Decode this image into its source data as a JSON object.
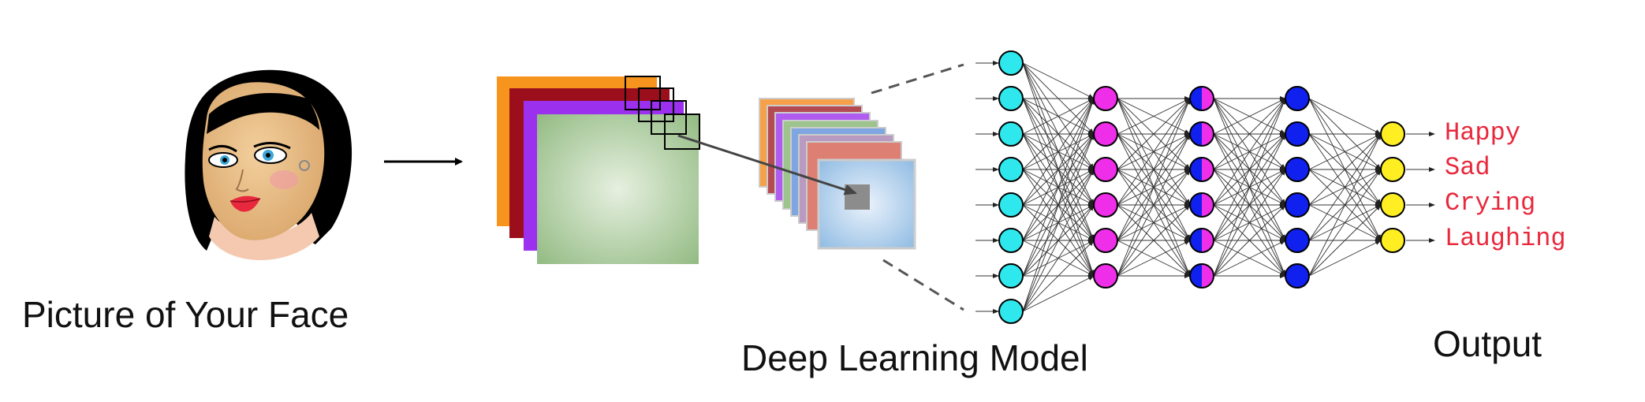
{
  "captions": {
    "face": "Picture of Your Face",
    "model": "Deep Learning Model",
    "output": "Output"
  },
  "outputs": [
    "Happy",
    "Sad",
    "Crying",
    "Laughing"
  ],
  "colors": {
    "input_nodes": "#2ee8ee",
    "hidden1_nodes": "#ee2ee8",
    "hidden2_left": "#1020ee",
    "hidden2_right": "#ee2ee8",
    "hidden3_nodes": "#1020ee",
    "output_nodes": "#ffee22",
    "output_labels": "#e8283c",
    "conv_layer_1": "#f7941d",
    "conv_layer_2": "#9b0f1d",
    "conv_layer_3": "#9b30ef",
    "conv_layer_4": "#99c08c",
    "feature_map_front": "#9cc4e6"
  },
  "network": {
    "layers": [
      {
        "name": "input",
        "nodes": 8
      },
      {
        "name": "hidden-1",
        "nodes": 6
      },
      {
        "name": "hidden-2",
        "nodes": 6
      },
      {
        "name": "hidden-3",
        "nodes": 6
      },
      {
        "name": "output",
        "nodes": 4
      }
    ]
  }
}
